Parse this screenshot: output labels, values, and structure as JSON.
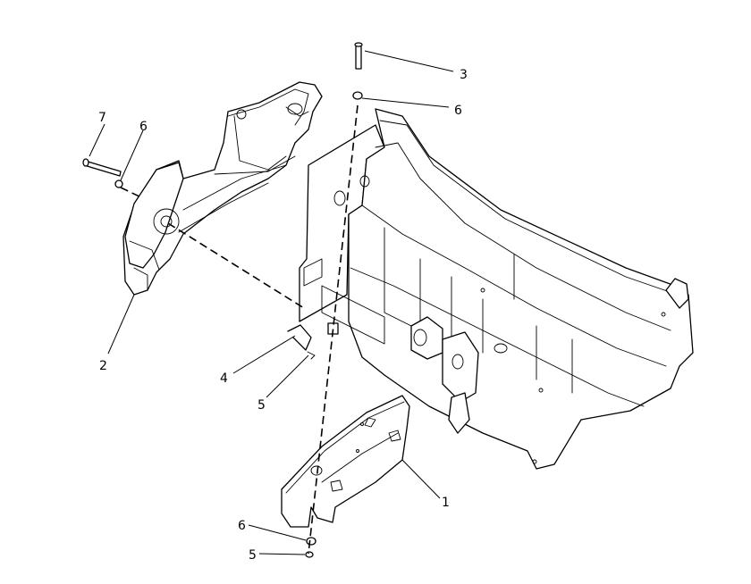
{
  "callouts": {
    "c1": "1",
    "c2": "2",
    "c3": "3",
    "c4": "4",
    "c5a": "5",
    "c5b": "5",
    "c6a": "6",
    "c6b": "6",
    "c6c": "6",
    "c7": "7"
  },
  "colors": {
    "line": "#000000",
    "background": "#ffffff"
  }
}
